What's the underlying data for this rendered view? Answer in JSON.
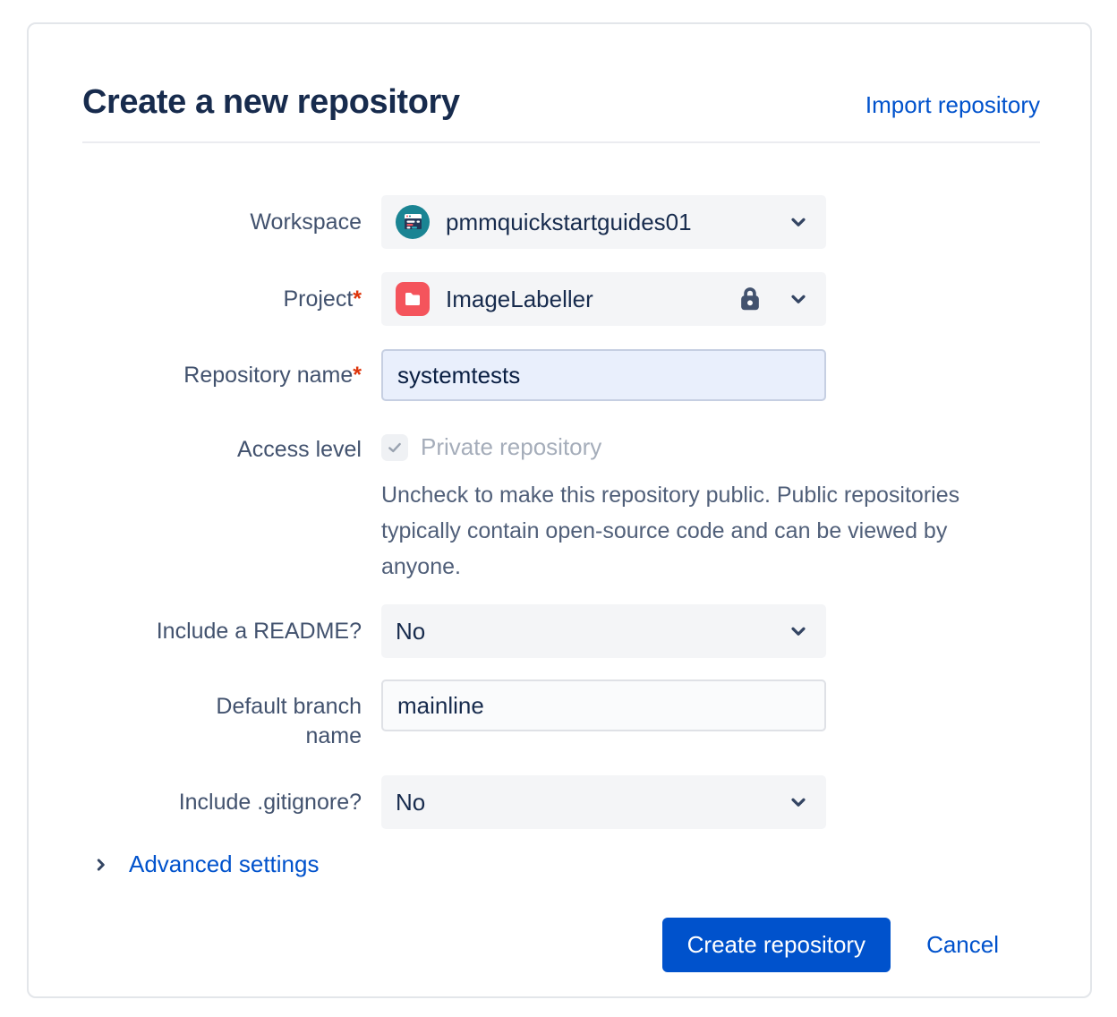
{
  "header": {
    "title": "Create a new repository",
    "import_link": "Import repository"
  },
  "form": {
    "workspace": {
      "label": "Workspace",
      "value": "pmmquickstartguides01"
    },
    "project": {
      "label": "Project",
      "required_marker": "*",
      "value": "ImageLabeller"
    },
    "repository_name": {
      "label": "Repository name",
      "required_marker": "*",
      "value": "systemtests"
    },
    "access_level": {
      "label": "Access level",
      "checkbox_label": "Private repository",
      "checkbox_checked": true,
      "help_text": "Uncheck to make this repository public. Public repositories typically contain open-source code and can be viewed by anyone."
    },
    "include_readme": {
      "label": "Include a README?",
      "value": "No"
    },
    "default_branch": {
      "label": "Default branch name",
      "value": "mainline"
    },
    "include_gitignore": {
      "label": "Include .gitignore?",
      "value": "No"
    }
  },
  "advanced_settings": {
    "label": "Advanced settings"
  },
  "actions": {
    "create": "Create repository",
    "cancel": "Cancel"
  },
  "icons": {
    "workspace_avatar": "workspace-avatar-icon",
    "project_avatar": "project-avatar-icon",
    "lock": "lock-icon",
    "chevron_down": "chevron-down-icon",
    "chevron_right": "chevron-right-icon",
    "checkmark": "checkmark-icon"
  },
  "colors": {
    "primary_blue": "#0052CC",
    "title_text": "#172B4D",
    "label_text": "#42526E",
    "field_background": "#F4F5F7",
    "focused_input_background": "#E9EFFC",
    "disabled_text": "#A5ADBA",
    "help_text": "#505F79",
    "required_asterisk": "#DE350B",
    "workspace_avatar_teal": "#1A8493",
    "project_avatar_red": "#F4545C",
    "lock_icon": "#42526E",
    "chevron_icon": "#344563"
  }
}
